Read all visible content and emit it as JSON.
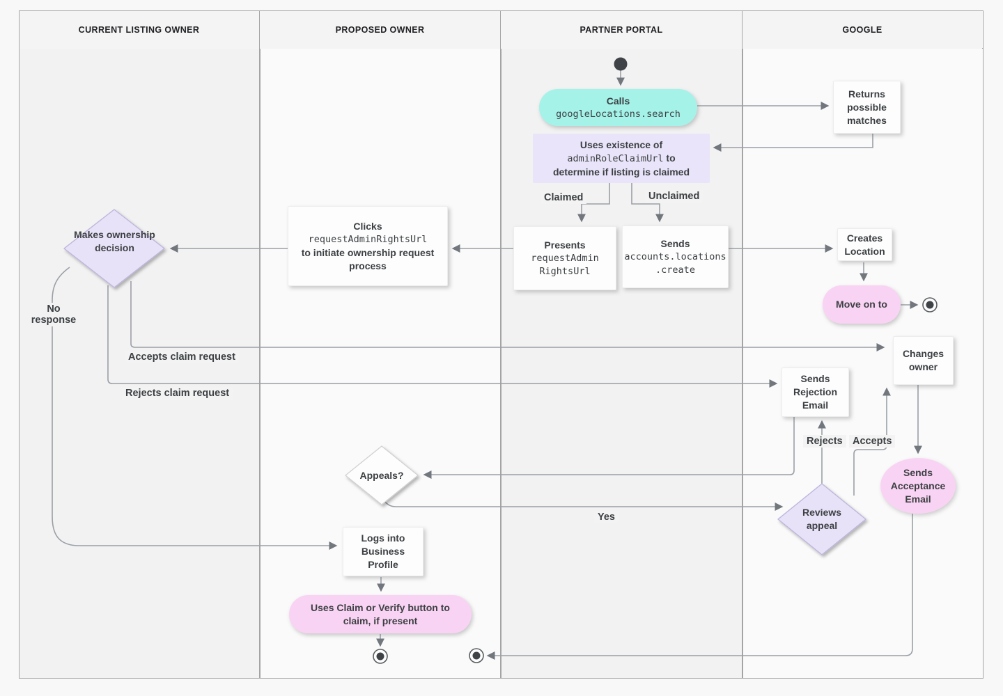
{
  "lanes": [
    {
      "label": "CURRENT LISTING OWNER"
    },
    {
      "label": "PROPOSED OWNER"
    },
    {
      "label": "PARTNER PORTAL"
    },
    {
      "label": "GOOGLE"
    }
  ],
  "nodes": {
    "calls": {
      "title": "Calls",
      "code": "googleLocations.search"
    },
    "returns_matches": {
      "text": "Returns possible matches"
    },
    "uses_existence": {
      "pre": "Uses existence of",
      "code": "adminRoleClaimUrl",
      "mid": "to",
      "post": "determine if listing is claimed"
    },
    "presents": {
      "title": "Presents",
      "code_lines": [
        "requestAdmin",
        "RightsUrl"
      ]
    },
    "sends_create": {
      "title": "Sends",
      "code_lines": [
        "accounts.locations",
        ".create"
      ]
    },
    "clicks": {
      "title": "Clicks",
      "code": "requestAdminRightsUrl",
      "post": "to initiate ownership request process"
    },
    "creates_location": {
      "text": "Creates Location"
    },
    "move_on": {
      "text": "Move on to"
    },
    "makes_decision": {
      "text": "Makes ownership decision"
    },
    "changes_owner": {
      "text": "Changes owner"
    },
    "sends_rejection": {
      "text": "Sends Rejection Email"
    },
    "sends_acceptance": {
      "text": "Sends Acceptance Email"
    },
    "appeals": {
      "text": "Appeals?"
    },
    "reviews_appeal": {
      "text": "Reviews appeal"
    },
    "logs_in": {
      "text": "Logs into Business Profile"
    },
    "uses_claim": {
      "text": "Uses Claim or Verify button to claim, if present"
    }
  },
  "edge_labels": {
    "claimed": "Claimed",
    "unclaimed": "Unclaimed",
    "no_response": "No response",
    "accepts_claim": "Accepts claim request",
    "rejects_claim": "Rejects claim request",
    "rejects": "Rejects",
    "accepts": "Accepts",
    "yes": "Yes"
  },
  "colors": {
    "teal": "#a5f2e9",
    "lavender": "#e9e4f9",
    "lavender_diamond": "#e8e2f8",
    "pink": "#f9d3f3",
    "node_bg": "#fdfdfd",
    "lane_gray": "#f2f2f2",
    "lane_white": "#fafafa",
    "border": "#a4a4a4",
    "connector": "#9aa0a6",
    "text": "#3c4043"
  }
}
